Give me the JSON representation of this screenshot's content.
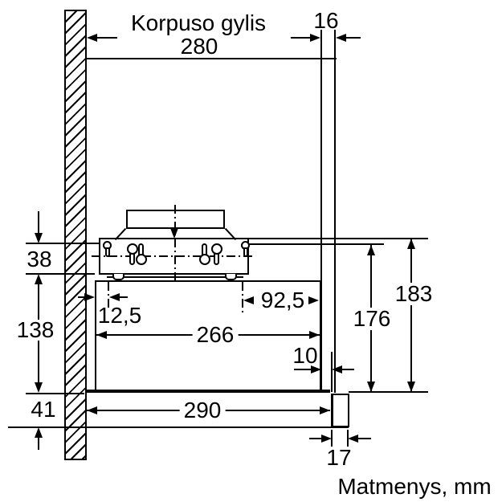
{
  "diagram": {
    "title": "Korpuso gylis",
    "unit_note": "Matmenys, mm",
    "colors": {
      "line": "#000000",
      "background": "#ffffff"
    },
    "dims": {
      "body_depth": "280",
      "panel_thickness": "16",
      "bracket_plate_height": "38",
      "body_height": "138",
      "lower_overlap": "41",
      "side_offset": "12,5",
      "inner_width": "266",
      "keyhole_to_front": "92,5",
      "front_gap": "10",
      "overall_depth": "290",
      "door_thickness": "17",
      "inner_height": "176",
      "overall_height": "183"
    }
  }
}
